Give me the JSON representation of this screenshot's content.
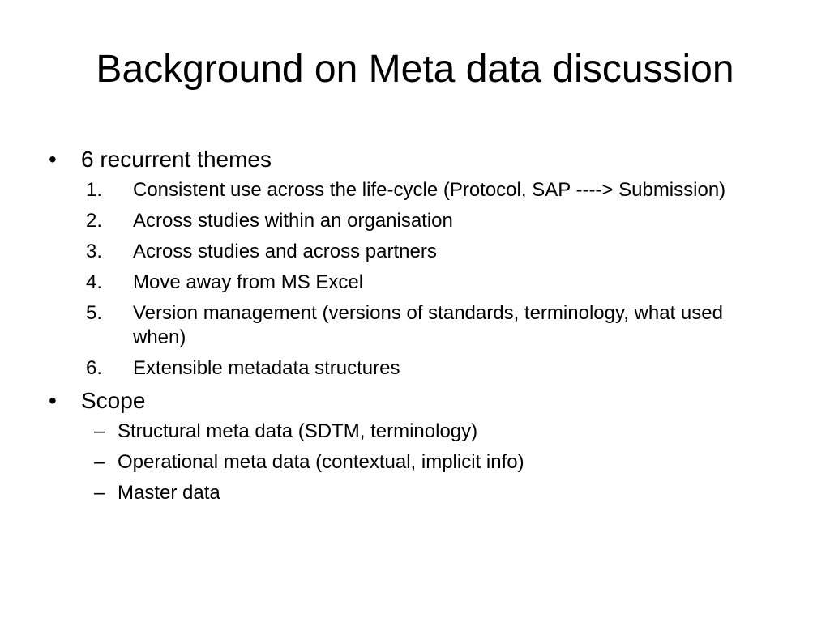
{
  "slide": {
    "title": "Background on Meta data discussion",
    "sections": [
      {
        "bullet": "•",
        "text": "6 recurrent themes",
        "items": [
          {
            "marker": "1.",
            "text": "Consistent use across the life-cycle (Protocol, SAP ----> Submission)"
          },
          {
            "marker": "2.",
            "text": "Across studies within an organisation"
          },
          {
            "marker": "3.",
            "text": "Across studies and across partners"
          },
          {
            "marker": "4.",
            "text": "Move away from MS Excel"
          },
          {
            "marker": "5.",
            "text": "Version management (versions of standards, terminology, what used when)"
          },
          {
            "marker": "6.",
            "text": "Extensible metadata structures"
          }
        ]
      },
      {
        "bullet": "•",
        "text": "Scope",
        "items": [
          {
            "marker": "–",
            "text": "Structural meta data (SDTM, terminology)"
          },
          {
            "marker": "–",
            "text": "Operational meta data (contextual, implicit info)"
          },
          {
            "marker": "–",
            "text": "Master data"
          }
        ]
      }
    ]
  }
}
